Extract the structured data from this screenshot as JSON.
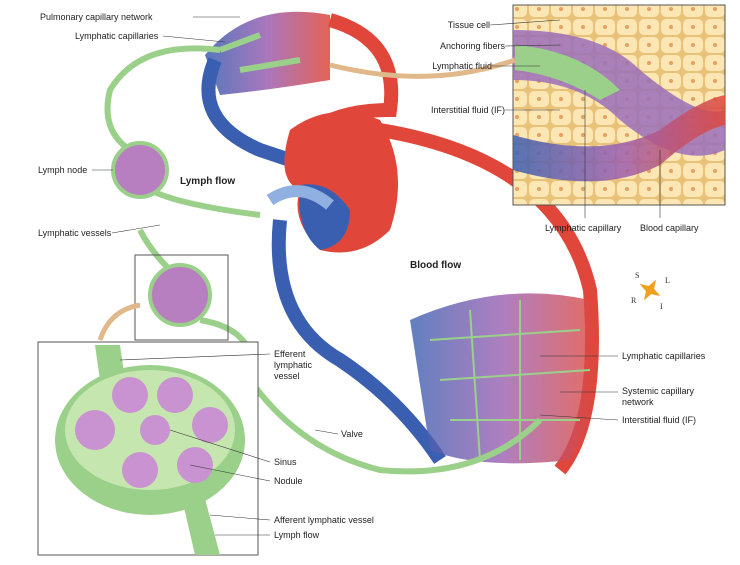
{
  "labels": {
    "pulmonary_capillary_network": "Pulmonary capillary network",
    "lymphatic_capillaries_top": "Lymphatic capillaries",
    "lymph_node": "Lymph node",
    "lymph_flow_main": "Lymph flow",
    "lymphatic_vessels": "Lymphatic vessels",
    "blood_flow": "Blood flow",
    "lymphatic_capillaries_systemic": "Lymphatic capillaries",
    "systemic_capillary_network_1": "Systemic capillary",
    "systemic_capillary_network_2": "network",
    "interstitial_fluid_systemic": "Interstitial fluid (IF)",
    "valve": "Valve"
  },
  "tissue_inset": {
    "tissue_cell": "Tissue cell",
    "anchoring_fibers": "Anchoring fibers",
    "lymphatic_fluid": "Lymphatic fluid",
    "interstitial_fluid": "Interstitial fluid (IF)",
    "lymphatic_capillary": "Lymphatic capillary",
    "blood_capillary": "Blood capillary"
  },
  "node_inset": {
    "efferent_1": "Efferent",
    "efferent_2": "lymphatic",
    "efferent_3": "vessel",
    "sinus": "Sinus",
    "nodule": "Nodule",
    "afferent": "Afferent lymphatic vessel",
    "lymph_flow": "Lymph flow"
  },
  "compass": {
    "s": "S",
    "l": "L",
    "r": "R",
    "i": "I"
  },
  "colors": {
    "artery": "#e0473a",
    "vein": "#3a5fb0",
    "lymph": "#8cc98a",
    "node": "#b77fc0",
    "tissue": "#f3d9a0"
  }
}
